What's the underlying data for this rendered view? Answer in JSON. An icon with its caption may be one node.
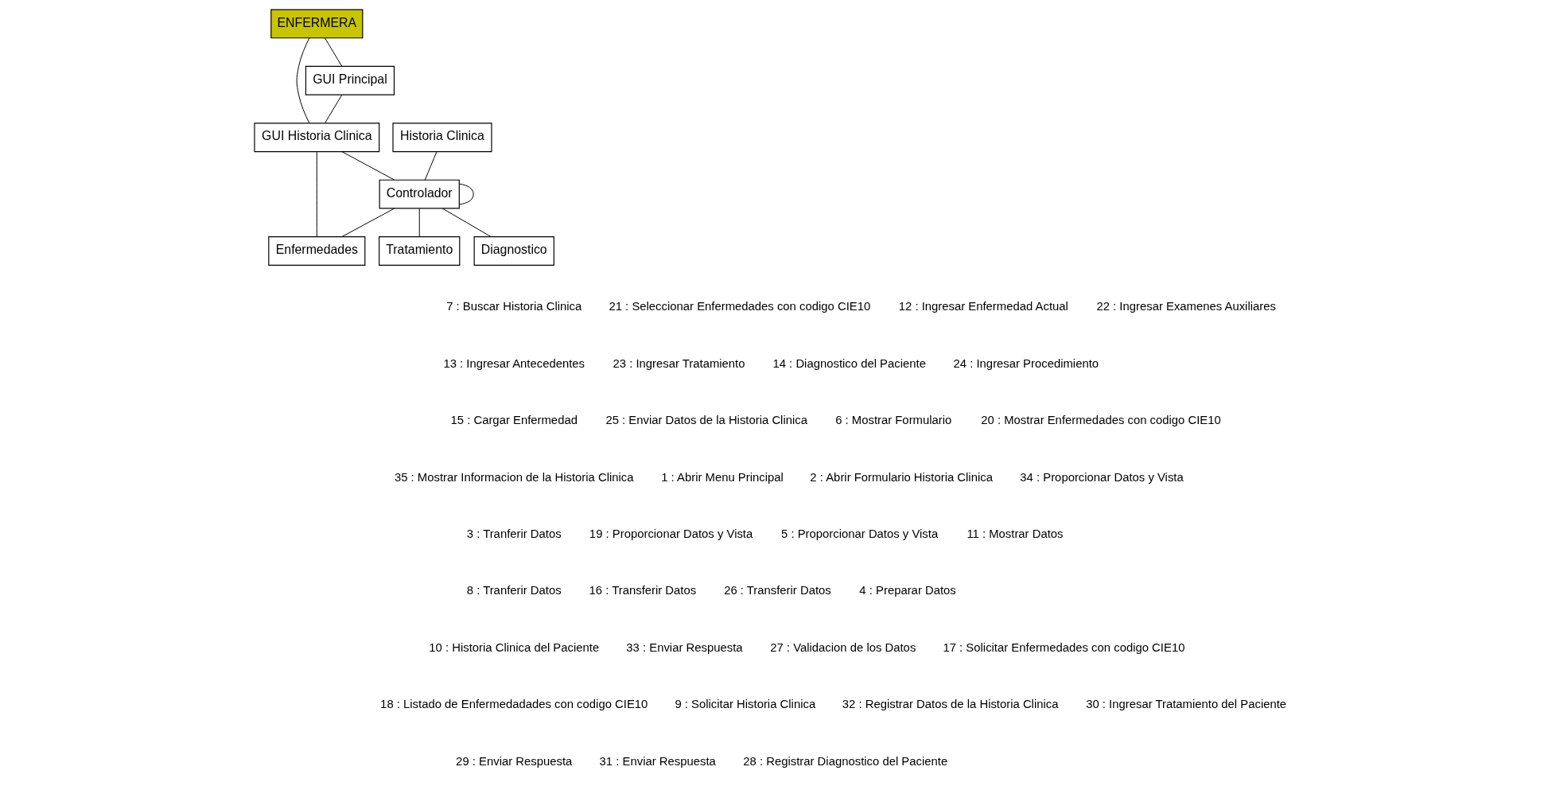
{
  "diagram": {
    "nodes": [
      {
        "text": [
          "ENFERMERA"
        ]
      },
      {
        "text": [
          "GUI Historia Clinica"
        ]
      },
      {
        "text": [
          "GUI Principal"
        ]
      },
      {
        "text": [
          "Historia Clinica"
        ]
      },
      {
        "text": [
          "Controlador"
        ]
      },
      {
        "text": [
          "Enfermedades"
        ]
      },
      {
        "text": [
          "Tratamiento"
        ]
      },
      {
        "text": [
          "Diagnostico"
        ]
      }
    ],
    "edges": [
      {
        "from": 0,
        "to": 1,
        "arrow": "none"
      },
      {
        "from": 0,
        "to": 2,
        "arrow": "none"
      },
      {
        "from": 2,
        "to": 1,
        "arrow": "none"
      },
      {
        "from": 1,
        "to": 4,
        "arrow": "none"
      },
      {
        "from": 1,
        "to": 5,
        "arrow": "none"
      },
      {
        "from": 3,
        "to": 4,
        "arrow": "none"
      },
      {
        "from": 4,
        "to": 4,
        "arrow": "none"
      },
      {
        "from": 4,
        "to": 5,
        "arrow": "none"
      },
      {
        "from": 4,
        "to": 7,
        "arrow": "none"
      },
      {
        "from": 4,
        "to": 6,
        "arrow": "none"
      }
    ],
    "labels": [
      "7 : Buscar Historia Clinica",
      "21 : Seleccionar Enfermedades con codigo CIE10",
      "12 : Ingresar Enfermedad Actual",
      "22 : Ingresar Examenes Auxiliares",
      "13 : Ingresar Antecedentes",
      "23 : Ingresar Tratamiento",
      "14 : Diagnostico del Paciente",
      "24 : Ingresar Procedimiento",
      "15 : Cargar Enfermedad",
      "25 : Enviar Datos de la Historia Clinica",
      "6 : Mostrar Formulario",
      "20 : Mostrar Enfermedades con codigo CIE10",
      "35 : Mostrar Informacion de la Historia Clinica",
      "1 : Abrir Menu Principal",
      "2 : Abrir Formulario Historia Clinica",
      "34 : Proporcionar Datos y Vista",
      "3 : Tranferir Datos",
      "19 : Proporcionar Datos y Vista",
      "5 : Proporcionar Datos y Vista",
      "11 : Mostrar Datos",
      "8 : Tranferir Datos",
      "16 : Transferir Datos",
      "26 : Transferir Datos",
      "4 : Preparar Datos",
      "10 : Historia Clinica del Paciente",
      "33 : Enviar Respuesta",
      "27 : Validacion de los Datos",
      "17 : Solicitar Enfermedades con codigo CIE10",
      "18 : Listado de Enfermedadades con codigo CIE10",
      "9 : Solicitar Historia Clinica",
      "32 : Registrar Datos de la Historia Clinica",
      "30 : Ingresar Tratamiento del Paciente",
      "29 : Enviar Respuesta",
      "31 : Enviar Respuesta",
      "28 : Registrar Diagnostico del Paciente"
    ]
  }
}
